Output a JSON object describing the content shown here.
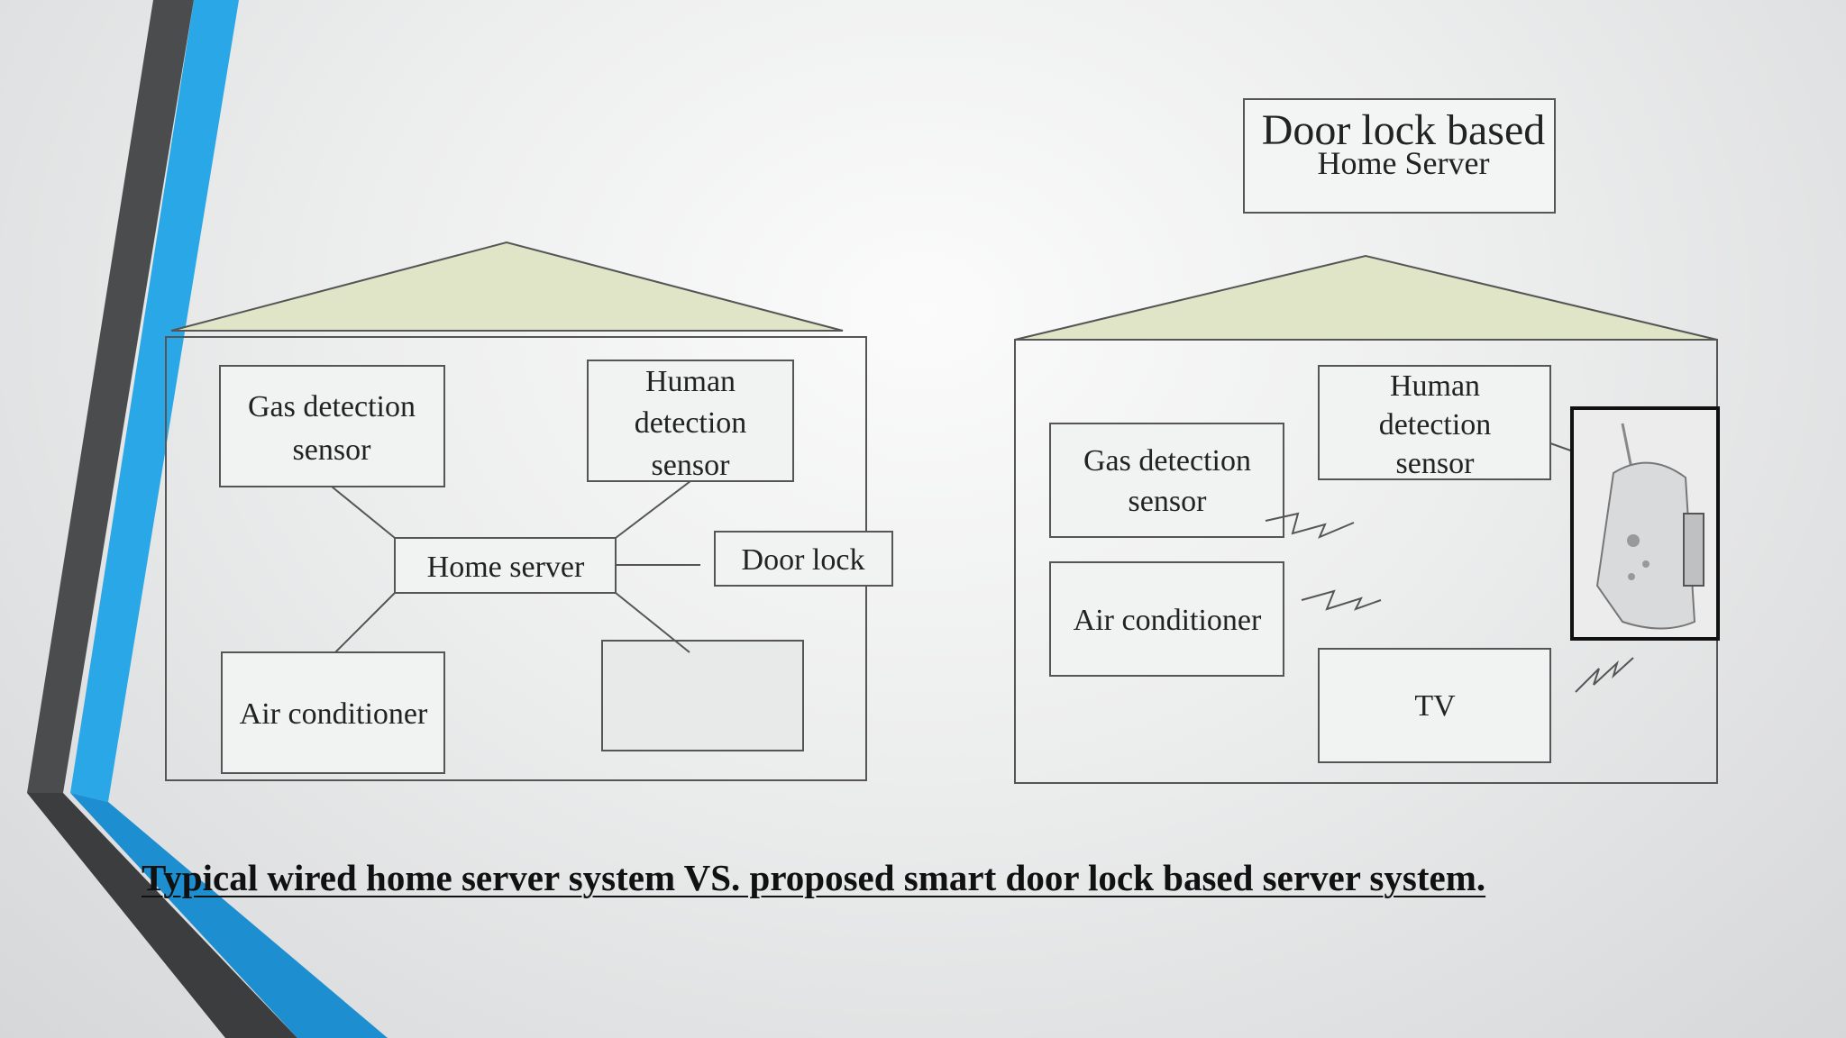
{
  "slide": {
    "caption": "Typical wired home server system VS. proposed smart door lock based server system.",
    "accent_blue": "#2aa7e6",
    "accent_gray": "#4a4c4e"
  },
  "wired_house": {
    "gas_sensor": [
      "Gas detection",
      "sensor"
    ],
    "human_sensor": [
      "Human",
      "detection",
      "sensor"
    ],
    "home_server": "Home server",
    "door_lock": "Door lock",
    "air_conditioner": "Air conditioner",
    "empty_box": ""
  },
  "smart_house": {
    "server_label": [
      "Door lock based",
      "Home Server"
    ],
    "gas_sensor": [
      "Gas detection",
      "sensor"
    ],
    "human_sensor": [
      "Human",
      "detection",
      "sensor"
    ],
    "air_conditioner": "Air conditioner",
    "tv": "TV",
    "door_lock_device": "door-lock-device-photo"
  },
  "colors": {
    "roof_fill": "#e1e5c8",
    "line": "#555555"
  }
}
